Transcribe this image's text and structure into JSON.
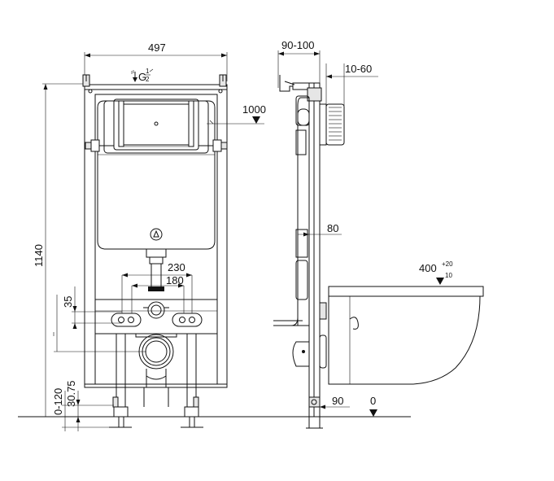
{
  "front_view": {
    "width_dim": "497",
    "height_dim": "1140",
    "water_inlet_label": "G",
    "water_inlet_fraction_num": "1",
    "water_inlet_fraction_den": "2",
    "inlet_height_dim": "1000",
    "bolt_spacing_outer_dim": "230",
    "bolt_spacing_inner_dim": "180",
    "bolt_offset_dim": "35",
    "leg_adjust_dim": "0-120",
    "base_offset_dim": "30.75"
  },
  "side_view": {
    "frame_depth_dim": "90-100",
    "wall_gap_dim": "10-60",
    "flush_pipe_dim": "80",
    "bowl_height_dim": "400",
    "bowl_tol_plus": "+20",
    "bowl_tol_minus": "10",
    "floor_dim": "90",
    "floor_level": "0"
  }
}
